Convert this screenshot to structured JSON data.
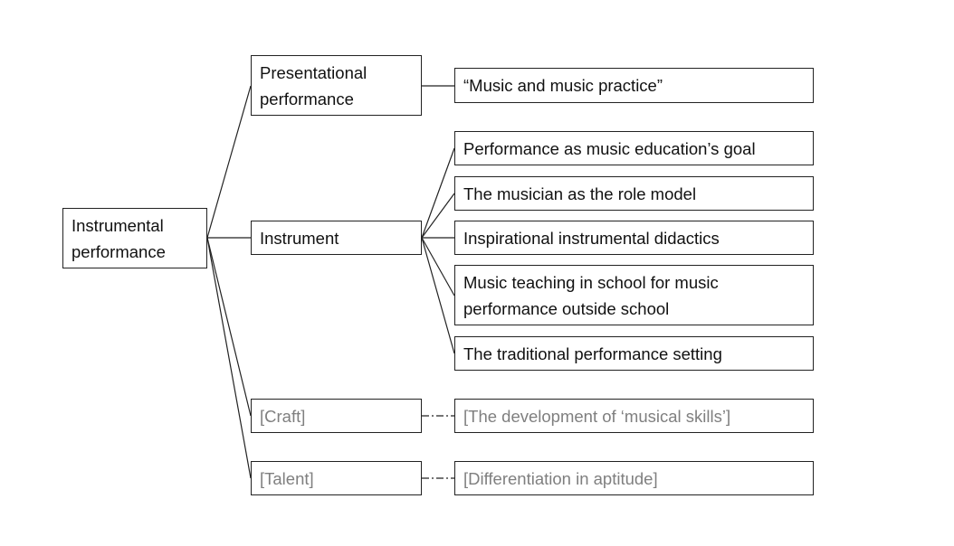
{
  "root": "Instrumental performance",
  "level1": [
    {
      "label": "Presentational performance",
      "style": "solid"
    },
    {
      "label": "Instrument",
      "style": "solid"
    },
    {
      "label": "[Craft]",
      "style": "speculative"
    },
    {
      "label": "[Talent]",
      "style": "speculative"
    }
  ],
  "level2": [
    {
      "label": "“Music and music practice”",
      "parent": "Presentational performance"
    },
    {
      "label": "Performance as music education’s goal",
      "parent": "Instrument"
    },
    {
      "label": "The musician as the role model",
      "parent": "Instrument"
    },
    {
      "label": "Inspirational instrumental didactics",
      "parent": "Instrument"
    },
    {
      "label": "Music teaching in school for music performance outside school",
      "parent": "Instrument"
    },
    {
      "label": "The traditional performance setting",
      "parent": "Instrument"
    },
    {
      "label": "[The development of ‘musical skills’]",
      "parent": "[Craft]"
    },
    {
      "label": "[Differentiation in aptitude]",
      "parent": "[Talent]"
    }
  ],
  "colors": {
    "border": "#222222",
    "speculative_text": "#7f7f7f"
  }
}
